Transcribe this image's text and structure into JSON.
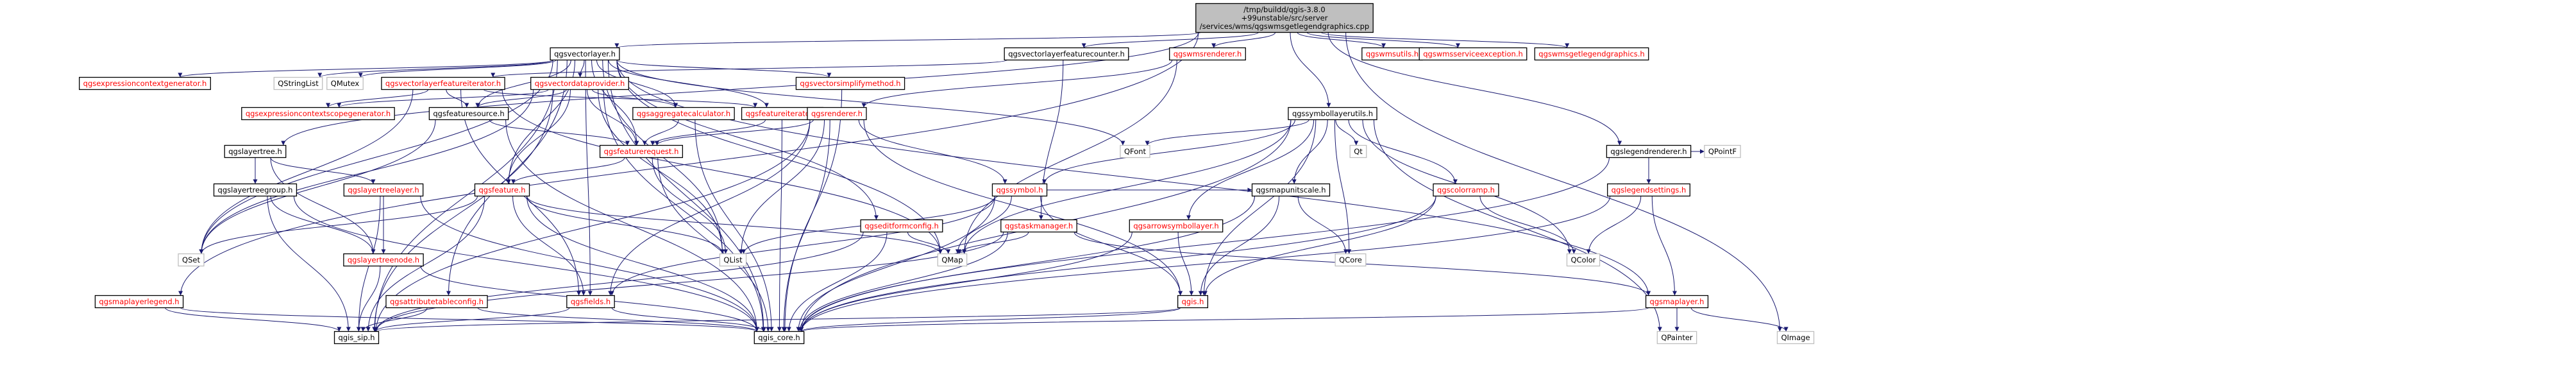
{
  "colors": {
    "root_fill": "#bfbfbf",
    "node_fill": "#ffffff",
    "documented_border": "#000000",
    "undocumented_border": "#bfbfbf",
    "red_text": "#ff0000",
    "black_text": "#000000",
    "edge": "#191970"
  },
  "nodes": {
    "root": {
      "lines": [
        "/tmp/buildd/qgis-3.8.0",
        "+99unstable/src/server",
        "/services/wms/qgswmsgetlegendgraphics.cpp"
      ],
      "style": "root"
    },
    "qgsvectorlayer": {
      "lines": [
        "qgsvectorlayer.h"
      ],
      "style": "black"
    },
    "qgsvectorlayerfeaturecounter": {
      "lines": [
        "qgsvectorlayerfeaturecounter.h"
      ],
      "style": "black"
    },
    "qgswmsrenderer": {
      "lines": [
        "qgswmsrenderer.h"
      ],
      "style": "red"
    },
    "qgswmsutils": {
      "lines": [
        "qgswmsutils.h"
      ],
      "style": "red"
    },
    "qgswmsserviceexception": {
      "lines": [
        "qgswmsserviceexception.h"
      ],
      "style": "red"
    },
    "qgswmsgetlegendgraphics": {
      "lines": [
        "qgswmsgetlegendgraphics.h"
      ],
      "style": "red"
    },
    "qgsexpressioncontextgenerator": {
      "lines": [
        "qgsexpressioncontextgenerator.h"
      ],
      "style": "red"
    },
    "QStringList": {
      "lines": [
        "QStringList"
      ],
      "style": "gray"
    },
    "QMutex": {
      "lines": [
        "QMutex"
      ],
      "style": "gray"
    },
    "qgsvectorlayerfeatureiterator": {
      "lines": [
        "qgsvectorlayerfeatureiterator.h"
      ],
      "style": "red"
    },
    "qgsvectordataprovider": {
      "lines": [
        "qgsvectordataprovider.h"
      ],
      "style": "red"
    },
    "qgsvectorsimplifymethod": {
      "lines": [
        "qgsvectorsimplifymethod.h"
      ],
      "style": "red"
    },
    "qgsexpressioncontextscopegenerator": {
      "lines": [
        "qgsexpressioncontextscopegenerator.h"
      ],
      "style": "red"
    },
    "qgsfeaturesource": {
      "lines": [
        "qgsfeaturesource.h"
      ],
      "style": "black"
    },
    "qgsaggregatecalculator": {
      "lines": [
        "qgsaggregatecalculator.h"
      ],
      "style": "red"
    },
    "qgsfeatureiterator": {
      "lines": [
        "qgsfeatureiterator.h"
      ],
      "style": "red"
    },
    "qgsrenderer": {
      "lines": [
        "qgsrenderer.h"
      ],
      "style": "red"
    },
    "qgssymbollayerutils": {
      "lines": [
        "qgssymbollayerutils.h"
      ],
      "style": "black"
    },
    "qgslayertree": {
      "lines": [
        "qgslayertree.h"
      ],
      "style": "black"
    },
    "qgsfeaturerequest": {
      "lines": [
        "qgsfeaturerequest.h"
      ],
      "style": "red"
    },
    "QFont": {
      "lines": [
        "QFont"
      ],
      "style": "gray"
    },
    "Qt": {
      "lines": [
        "Qt"
      ],
      "style": "gray"
    },
    "qgslegendrenderer": {
      "lines": [
        "qgslegendrenderer.h"
      ],
      "style": "black"
    },
    "QPointF": {
      "lines": [
        "QPointF"
      ],
      "style": "gray"
    },
    "qgslayertreegroup": {
      "lines": [
        "qgslayertreegroup.h"
      ],
      "style": "black"
    },
    "qgslayertreelayer": {
      "lines": [
        "qgslayertreelayer.h"
      ],
      "style": "red"
    },
    "qgsfeature": {
      "lines": [
        "qgsfeature.h"
      ],
      "style": "red"
    },
    "qgssymbol": {
      "lines": [
        "qgssymbol.h"
      ],
      "style": "red"
    },
    "qgsmapunitscale": {
      "lines": [
        "qgsmapunitscale.h"
      ],
      "style": "black"
    },
    "qgscolorramp": {
      "lines": [
        "qgscolorramp.h"
      ],
      "style": "red"
    },
    "qgslegendsettings": {
      "lines": [
        "qgslegendsettings.h"
      ],
      "style": "red"
    },
    "qgseditformconfig": {
      "lines": [
        "qgseditformconfig.h"
      ],
      "style": "red"
    },
    "qgstaskmanager": {
      "lines": [
        "qgstaskmanager.h"
      ],
      "style": "red"
    },
    "qgsarrowsymbollayer": {
      "lines": [
        "qgsarrowsymbollayer.h"
      ],
      "style": "red"
    },
    "QSet": {
      "lines": [
        "QSet"
      ],
      "style": "gray"
    },
    "qgslayertreenode": {
      "lines": [
        "qgslayertreenode.h"
      ],
      "style": "red"
    },
    "qgsattributetableconfig": {
      "lines": [
        "qgsattributetableconfig.h"
      ],
      "style": "red"
    },
    "qgsfields": {
      "lines": [
        "qgsfields.h"
      ],
      "style": "red"
    },
    "QList": {
      "lines": [
        "QList"
      ],
      "style": "gray"
    },
    "QMap": {
      "lines": [
        "QMap"
      ],
      "style": "gray"
    },
    "qgis": {
      "lines": [
        "qgis.h"
      ],
      "style": "red"
    },
    "QCore": {
      "lines": [
        "QCore"
      ],
      "style": "gray"
    },
    "QColor": {
      "lines": [
        "QColor"
      ],
      "style": "gray"
    },
    "qgsmaplayer": {
      "lines": [
        "qgsmaplayer.h"
      ],
      "style": "red"
    },
    "qgsmaplayerlegend": {
      "lines": [
        "qgsmaplayerlegend.h"
      ],
      "style": "red"
    },
    "qgis_sip": {
      "lines": [
        "qgis_sip.h"
      ],
      "style": "black"
    },
    "qgis_core": {
      "lines": [
        "qgis_core.h"
      ],
      "style": "black"
    },
    "QPainter": {
      "lines": [
        "QPainter"
      ],
      "style": "gray"
    },
    "QImage": {
      "lines": [
        "QImage"
      ],
      "style": "gray"
    }
  },
  "edges": [
    [
      "root",
      "qgsvectorlayer"
    ],
    [
      "root",
      "qgsvectorlayerfeaturecounter"
    ],
    [
      "root",
      "qgswmsrenderer"
    ],
    [
      "root",
      "qgswmsutils"
    ],
    [
      "root",
      "qgswmsserviceexception"
    ],
    [
      "root",
      "qgswmsgetlegendgraphics"
    ],
    [
      "root",
      "qgssymbollayerutils"
    ],
    [
      "root",
      "qgslegendrenderer"
    ],
    [
      "root",
      "QImage"
    ],
    [
      "root",
      "qgslayertree"
    ],
    [
      "root",
      "qgsmaplayerlegend"
    ],
    [
      "qgsvectorlayer",
      "qgsexpressioncontextgenerator"
    ],
    [
      "qgsvectorlayer",
      "QStringList"
    ],
    [
      "qgsvectorlayer",
      "QMutex"
    ],
    [
      "qgsvectorlayer",
      "qgsvectordataprovider"
    ],
    [
      "qgsvectorlayer",
      "qgsvectorsimplifymethod"
    ],
    [
      "qgsvectorlayer",
      "qgsfeaturesource"
    ],
    [
      "qgsvectorlayer",
      "qgsaggregatecalculator"
    ],
    [
      "qgsvectorlayer",
      "qgsfeatureiterator"
    ],
    [
      "qgsvectorlayer",
      "qgsfeaturerequest"
    ],
    [
      "qgsvectorlayer",
      "QFont"
    ],
    [
      "qgsvectorlayer",
      "qgsfeature"
    ],
    [
      "qgsvectorlayer",
      "qgseditformconfig"
    ],
    [
      "qgsvectorlayer",
      "QSet"
    ],
    [
      "qgsvectorlayer",
      "qgsfields"
    ],
    [
      "qgsvectorlayer",
      "QList"
    ],
    [
      "qgsvectorlayer",
      "QMap"
    ],
    [
      "qgsvectorlayer",
      "qgis_sip"
    ],
    [
      "qgsvectorlayer",
      "qgis_core"
    ],
    [
      "qgsvectorlayer",
      "qgsmaplayer"
    ],
    [
      "qgsvectorlayer",
      "qgsattributetableconfig"
    ],
    [
      "qgsvectorlayerfeaturecounter",
      "qgsvectorlayerfeatureiterator"
    ],
    [
      "qgsvectorlayerfeaturecounter",
      "qgstaskmanager"
    ],
    [
      "qgsvectorlayerfeatureiterator",
      "qgsexpressioncontextscopegenerator"
    ],
    [
      "qgsvectorlayerfeatureiterator",
      "qgsfeaturesource"
    ],
    [
      "qgsvectorlayerfeatureiterator",
      "qgsfeatureiterator"
    ],
    [
      "qgsvectorlayerfeatureiterator",
      "qgsfields"
    ],
    [
      "qgsvectorlayerfeatureiterator",
      "QSet"
    ],
    [
      "qgsvectorlayerfeatureiterator",
      "QMap"
    ],
    [
      "qgsvectordataprovider",
      "qgsexpressioncontextscopegenerator"
    ],
    [
      "qgsvectordataprovider",
      "qgsfeaturesource"
    ],
    [
      "qgsvectordataprovider",
      "qgsaggregatecalculator"
    ],
    [
      "qgsvectordataprovider",
      "qgsfeaturerequest"
    ],
    [
      "qgsvectordataprovider",
      "qgsfeature"
    ],
    [
      "qgsvectordataprovider",
      "QList"
    ],
    [
      "qgsvectordataprovider",
      "qgis_core"
    ],
    [
      "qgsvectordataprovider",
      "QSet"
    ],
    [
      "qgsvectordataprovider",
      "qgis_sip"
    ],
    [
      "qgsvectorsimplifymethod",
      "qgis_core"
    ],
    [
      "qgswmsrenderer",
      "qgsrenderer"
    ],
    [
      "qgswmsrenderer",
      "QMap"
    ],
    [
      "qgsfeaturesource",
      "qgsfeaturerequest"
    ],
    [
      "qgsfeaturesource",
      "qgis_core"
    ],
    [
      "qgsfeaturesource",
      "QSet"
    ],
    [
      "qgsaggregatecalculator",
      "qgsfeaturerequest"
    ],
    [
      "qgsaggregatecalculator",
      "qgis_core"
    ],
    [
      "qgsfeatureiterator",
      "qgsfeaturerequest"
    ],
    [
      "qgsfeatureiterator",
      "qgis_core"
    ],
    [
      "qgsrenderer",
      "qgsfeaturerequest"
    ],
    [
      "qgsrenderer",
      "qgssymbol"
    ],
    [
      "qgsrenderer",
      "qgsfields"
    ],
    [
      "qgsrenderer",
      "QList"
    ],
    [
      "qgsrenderer",
      "qgis"
    ],
    [
      "qgsrenderer",
      "qgis_core"
    ],
    [
      "qgsrenderer",
      "qgis_sip"
    ],
    [
      "qgsfeaturerequest",
      "qgsfeature"
    ],
    [
      "qgsfeaturerequest",
      "QList"
    ],
    [
      "qgsfeaturerequest",
      "qgis_core"
    ],
    [
      "qgssymbollayerutils",
      "qgssymbol"
    ],
    [
      "qgssymbollayerutils",
      "QFont"
    ],
    [
      "qgssymbollayerutils",
      "Qt"
    ],
    [
      "qgssymbollayerutils",
      "qgsmapunitscale"
    ],
    [
      "qgssymbollayerutils",
      "qgscolorramp"
    ],
    [
      "qgssymbollayerutils",
      "qgsarrowsymbollayer"
    ],
    [
      "qgssymbollayerutils",
      "QColor"
    ],
    [
      "qgssymbollayerutils",
      "QPainter"
    ],
    [
      "qgssymbollayerutils",
      "QMap"
    ],
    [
      "qgssymbollayerutils",
      "qgis"
    ],
    [
      "qgssymbollayerutils",
      "qgis_core"
    ],
    [
      "qgssymbollayerutils",
      "QCore"
    ],
    [
      "qgslegendrenderer",
      "qgslegendsettings"
    ],
    [
      "qgslegendrenderer",
      "QPointF"
    ],
    [
      "qgslegendrenderer",
      "qgis_core"
    ],
    [
      "qgslegendsettings",
      "QColor"
    ],
    [
      "qgslegendsettings",
      "qgis_core"
    ],
    [
      "qgslegendsettings",
      "qgsmaplayer"
    ],
    [
      "qgslayertree",
      "qgslayertreegroup"
    ],
    [
      "qgslayertree",
      "qgslayertreelayer"
    ],
    [
      "qgslayertree",
      "qgslayertreenode"
    ],
    [
      "qgslayertreegroup",
      "qgslayertreenode"
    ],
    [
      "qgslayertreegroup",
      "qgis_sip"
    ],
    [
      "qgslayertreegroup",
      "qgis_core"
    ],
    [
      "qgslayertreelayer",
      "qgslayertreenode"
    ],
    [
      "qgslayertreelayer",
      "qgis_sip"
    ],
    [
      "qgslayertreelayer",
      "qgis_core"
    ],
    [
      "qgslayertreenode",
      "qgis_sip"
    ],
    [
      "qgslayertreenode",
      "qgis_core"
    ],
    [
      "qgsfeature",
      "qgsfields"
    ],
    [
      "qgsfeature",
      "QSet"
    ],
    [
      "qgsfeature",
      "QList"
    ],
    [
      "qgsfeature",
      "QMap"
    ],
    [
      "qgsfeature",
      "qgis_sip"
    ],
    [
      "qgsfeature",
      "qgis_core"
    ],
    [
      "qgssymbol",
      "qgsmapunitscale"
    ],
    [
      "qgssymbol",
      "qgsfields"
    ],
    [
      "qgssymbol",
      "QList"
    ],
    [
      "qgssymbol",
      "QMap"
    ],
    [
      "qgssymbol",
      "qgis"
    ],
    [
      "qgssymbol",
      "qgis_core"
    ],
    [
      "qgsmapunitscale",
      "qgis"
    ],
    [
      "qgsmapunitscale",
      "QCore"
    ],
    [
      "qgsmapunitscale",
      "qgis_core"
    ],
    [
      "qgscolorramp",
      "QColor"
    ],
    [
      "qgscolorramp",
      "qgis"
    ],
    [
      "qgscolorramp",
      "qgis_core"
    ],
    [
      "qgseditformconfig",
      "QMap"
    ],
    [
      "qgseditformconfig",
      "qgis_sip"
    ],
    [
      "qgseditformconfig",
      "qgis_core"
    ],
    [
      "qgstaskmanager",
      "QMap"
    ],
    [
      "qgstaskmanager",
      "qgis_sip"
    ],
    [
      "qgstaskmanager",
      "qgis_core"
    ],
    [
      "qgstaskmanager",
      "qgsmaplayer"
    ],
    [
      "qgsarrowsymbollayer",
      "qgis"
    ],
    [
      "qgsarrowsymbollayer",
      "qgis_core"
    ],
    [
      "qgsattributetableconfig",
      "qgis_sip"
    ],
    [
      "qgsattributetableconfig",
      "qgis_core"
    ],
    [
      "qgsfields",
      "qgis_sip"
    ],
    [
      "qgsfields",
      "qgis_core"
    ],
    [
      "qgis",
      "qgis_sip"
    ],
    [
      "qgis",
      "qgis_core"
    ],
    [
      "qgsmaplayer",
      "QPainter"
    ],
    [
      "qgsmaplayer",
      "QImage"
    ],
    [
      "qgsmaplayer",
      "qgis_core"
    ],
    [
      "qgsmaplayerlegend",
      "qgis_sip"
    ],
    [
      "qgsmaplayerlegend",
      "qgis_core"
    ]
  ]
}
